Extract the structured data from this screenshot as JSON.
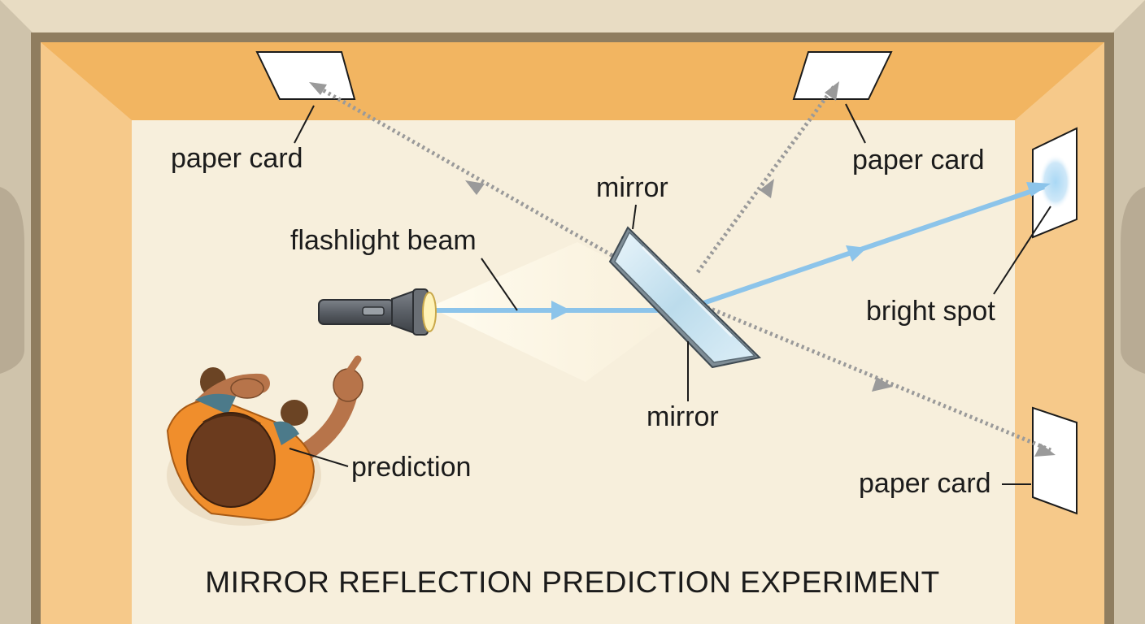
{
  "title": "MIRROR REFLECTION PREDICTION EXPERIMENT",
  "labels": {
    "card_top_left": "paper card",
    "card_top_right": "paper card",
    "card_bottom_right": "paper card",
    "mirror_top": "mirror",
    "mirror_bottom": "mirror",
    "flashlight_beam": "flashlight beam",
    "bright_spot": "bright spot",
    "prediction": "prediction"
  },
  "colors": {
    "floor": "#f7efdc",
    "wall": "#f2b561",
    "outer_wall": "#e2d7c1",
    "light_ray": "#8cc4ea",
    "predicted_path": "#9a9a9a",
    "mirror_glass": "#cfe6f2",
    "bright_spot": "#bfe1f6"
  }
}
